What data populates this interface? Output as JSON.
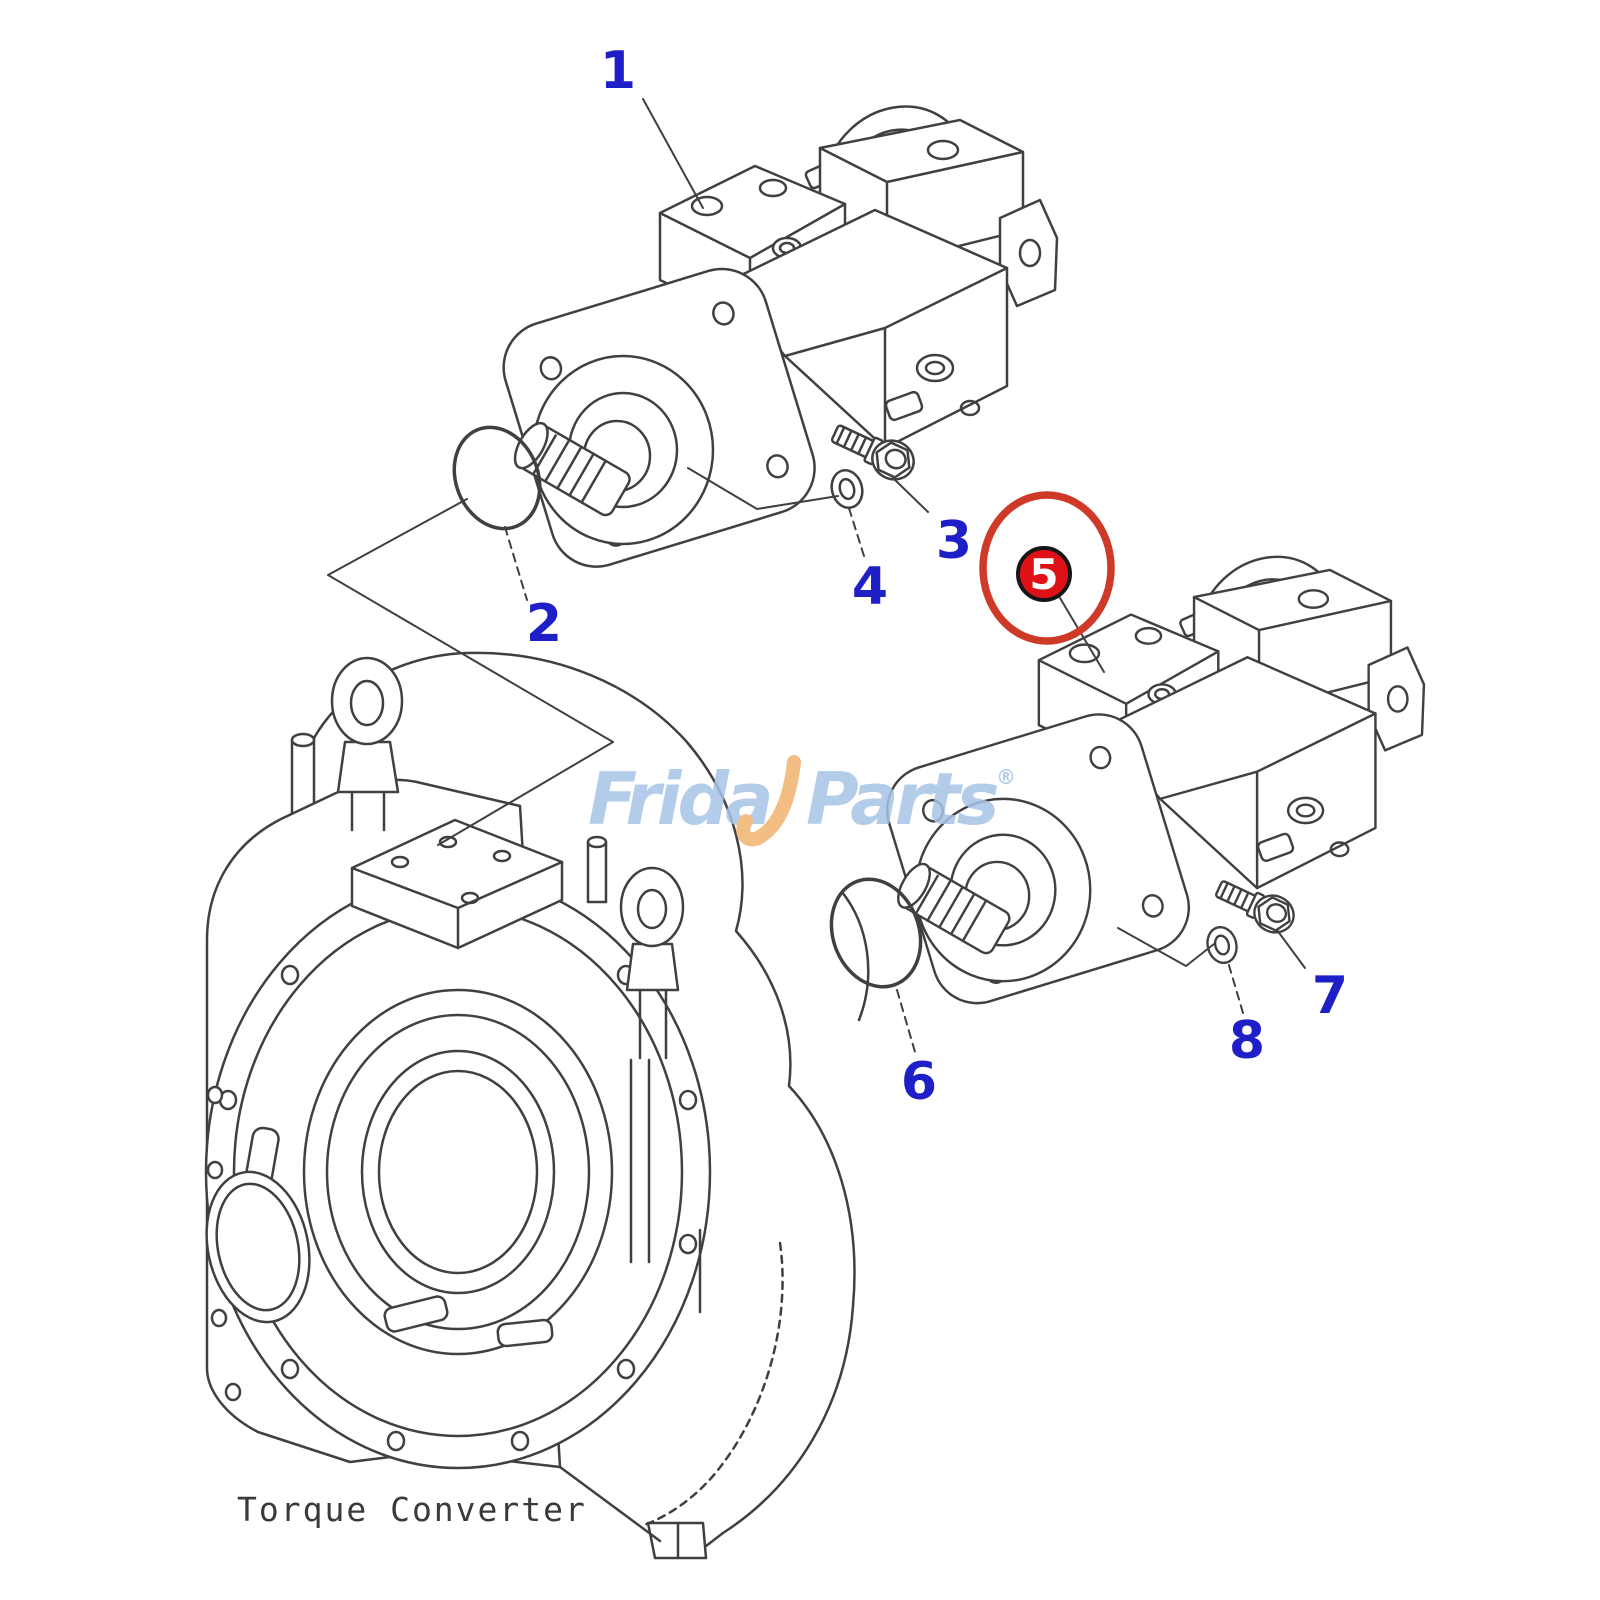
{
  "page": {
    "background_color": "#ffffff"
  },
  "watermark": {
    "brand_left": "Frida",
    "brand_right": "Parts",
    "registered_symbol": "®",
    "text_color": "#a6c4e6",
    "swoosh_color": "#f2b36e"
  },
  "diagram": {
    "caption": "Torque Converter",
    "caption_color": "#3a3a3a",
    "line_color": "#404040",
    "callout_color": "#1f1fc8",
    "callouts": [
      "1",
      "2",
      "3",
      "4",
      "5",
      "6",
      "7",
      "8"
    ],
    "highlight": {
      "ring_color": "#cf3a28",
      "badge_color": "#df1116",
      "badge_edge_color": "#161616",
      "badge_text_color": "#ffffff"
    }
  }
}
